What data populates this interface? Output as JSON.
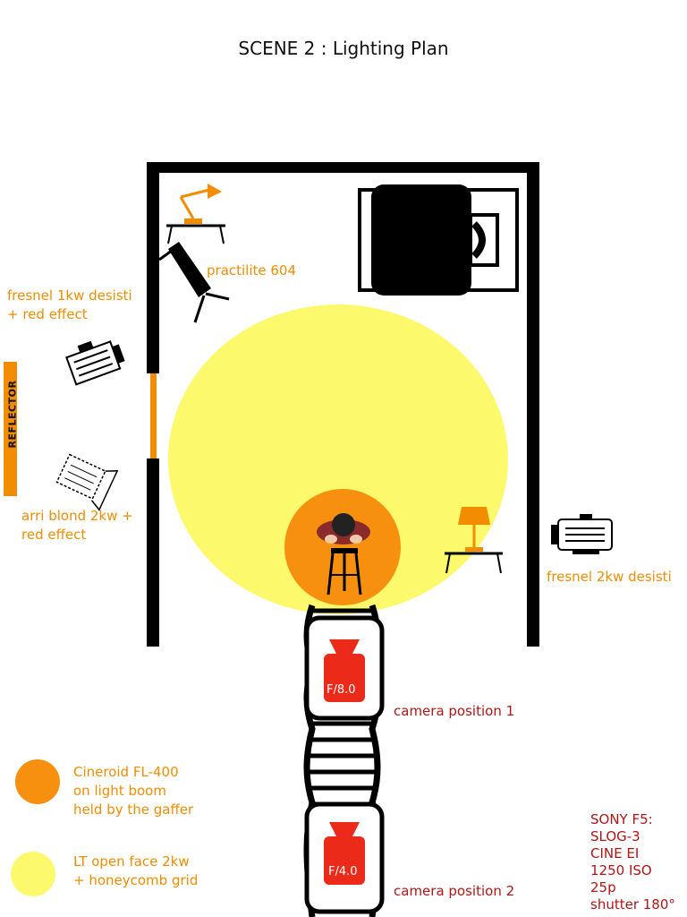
{
  "title": "SCENE 2 : Lighting Plan",
  "labels": {
    "practilite": "practilite 604",
    "fresnel_1kw_line1": "fresnel 1kw desisti",
    "fresnel_1kw_line2": "+ red effect",
    "reflector": "REFLECTOR",
    "arri_line1": "arri blond 2kw +",
    "arri_line2": "red effect",
    "fresnel_2kw": "fresnel 2kw desisti",
    "camera1": "camera position 1",
    "camera2": "camera position 2",
    "fstop1": "F/8.0",
    "fstop2": "F/4.0"
  },
  "legend": {
    "items": [
      {
        "lines": [
          "Cineroid FL-400",
          "on light boom",
          "held by the gaffer"
        ],
        "color": "#f7900f"
      },
      {
        "lines": [
          "LT open face 2kw",
          "+ honeycomb grid"
        ],
        "color": "#fdf96d"
      }
    ]
  },
  "camera_settings": [
    "SONY F5:",
    "SLOG-3",
    "CINE EI",
    "1250 ISO",
    "25p",
    "shutter 180°"
  ],
  "colors": {
    "orange": "#f7900f",
    "yellow": "#fdf96d",
    "camera_red": "#ec2a1a",
    "wall": "#000000",
    "reflector": "#f28c00"
  }
}
